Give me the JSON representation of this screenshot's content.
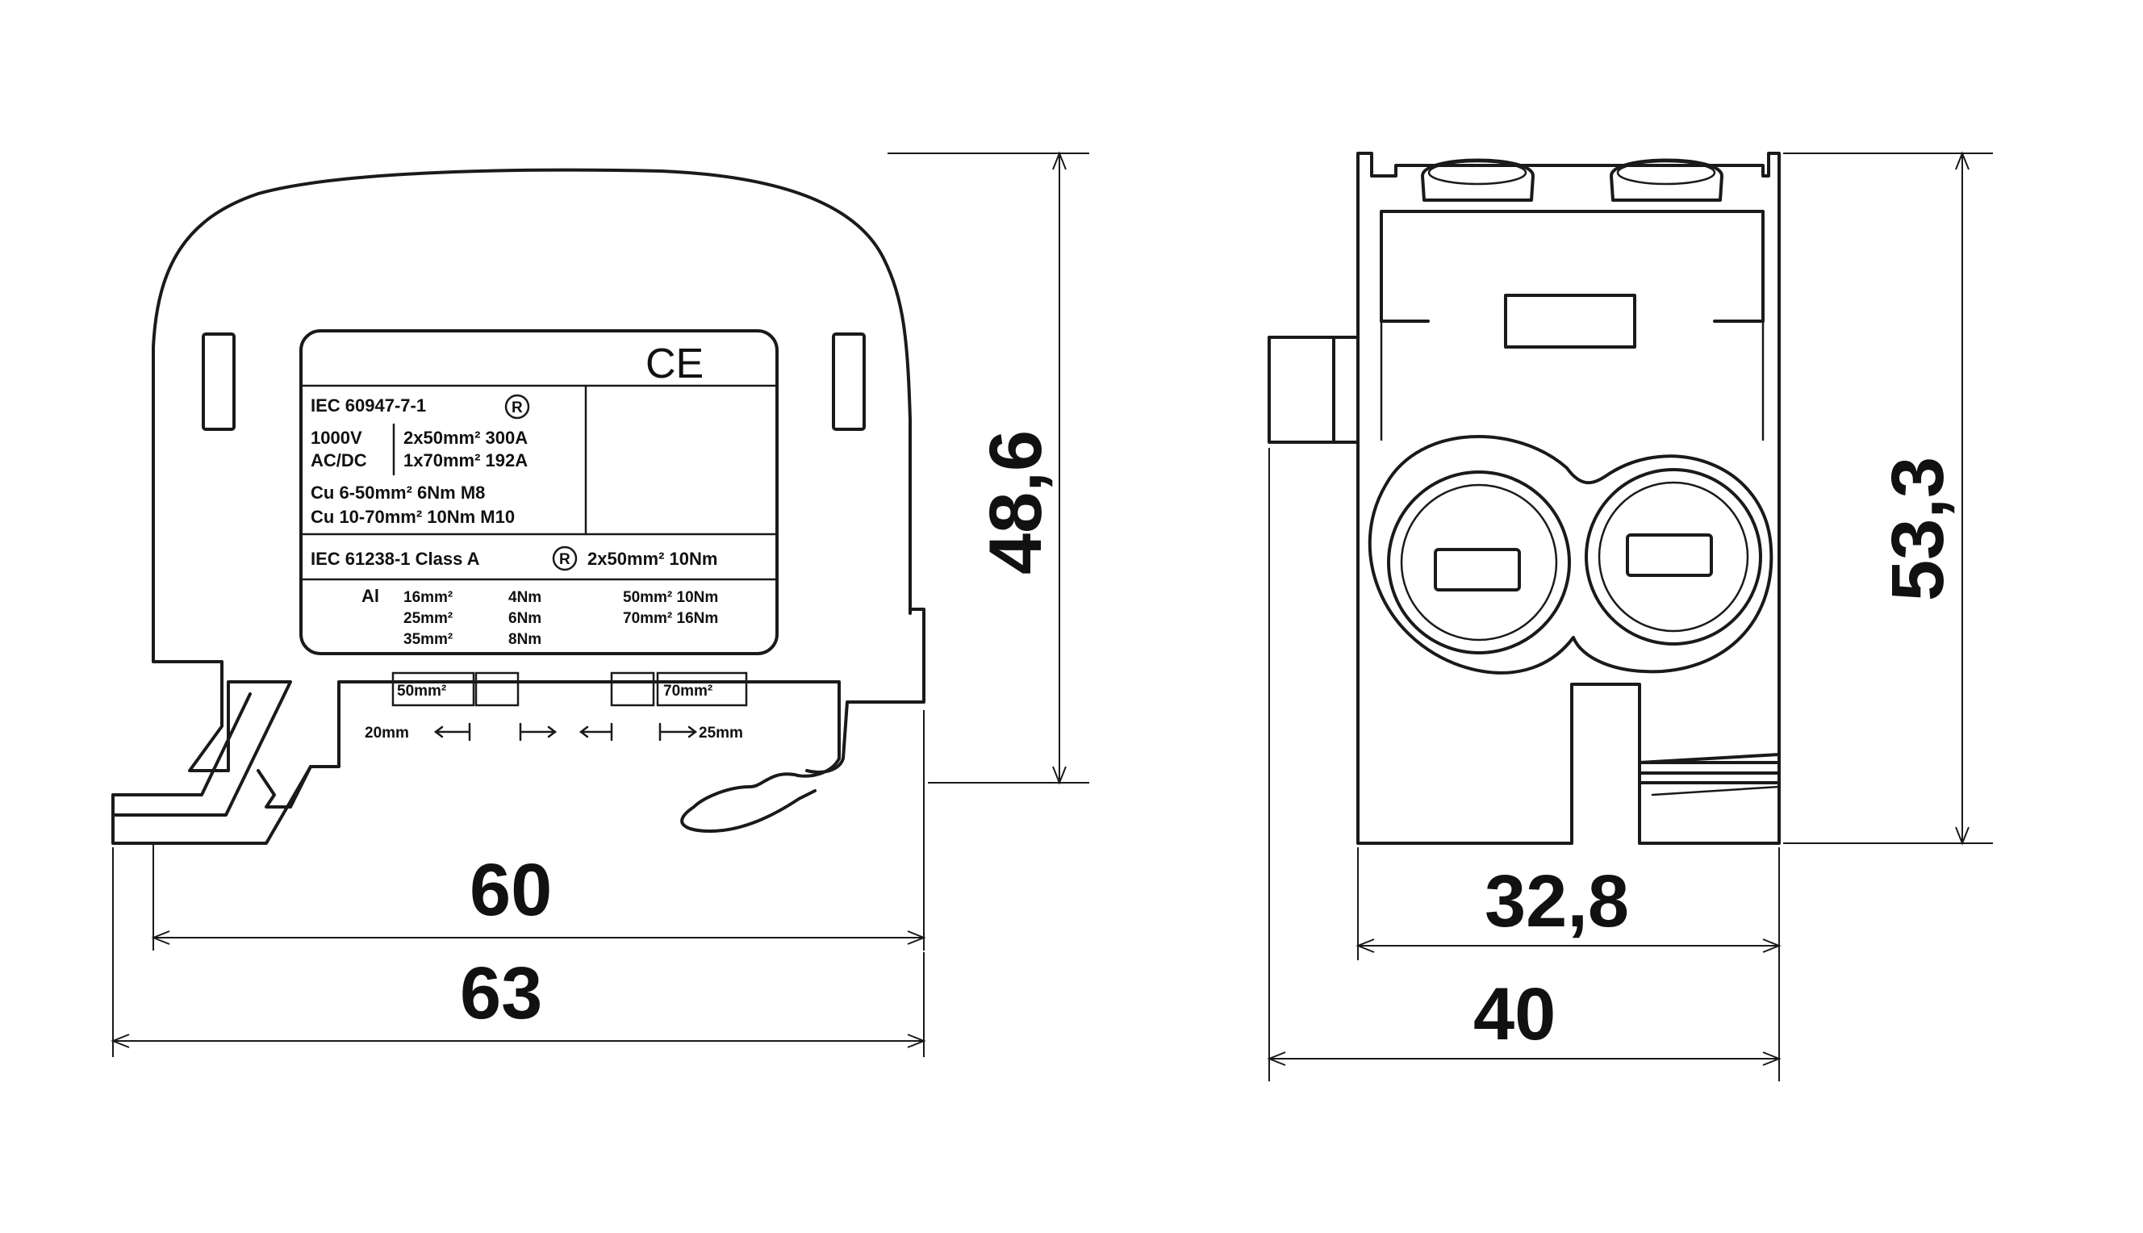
{
  "dimensions": {
    "front_inner_width": "60",
    "front_outer_width": "63",
    "front_height": "48,6",
    "side_inner_width": "32,8",
    "side_outer_width": "40",
    "side_height": "53,3"
  },
  "label": {
    "ce_mark": "CE",
    "standard_1": "IEC 60947-7-1",
    "approval_mark": "R",
    "voltage": "1000V",
    "current_type": "AC/DC",
    "rating_1": "2x50mm² 300A",
    "rating_2": "1x70mm² 192A",
    "cu_1": "Cu  6-50mm²  6Nm M8",
    "cu_2": "Cu 10-70mm² 10Nm M10",
    "standard_2": "IEC 61238-1  Class A",
    "standard_2_rating": "2x50mm² 10Nm",
    "al_label": "Al",
    "al_row_1a": "16mm²",
    "al_row_1b": "4Nm",
    "al_row_1c": "50mm² 10Nm",
    "al_row_2a": "25mm²",
    "al_row_2b": "6Nm",
    "al_row_2c": "70mm² 16Nm",
    "al_row_3a": "35mm²",
    "al_row_3b": "8Nm",
    "box_left": "50mm²",
    "box_right": "70mm²",
    "strip_left": "20mm",
    "strip_right": "25mm"
  }
}
